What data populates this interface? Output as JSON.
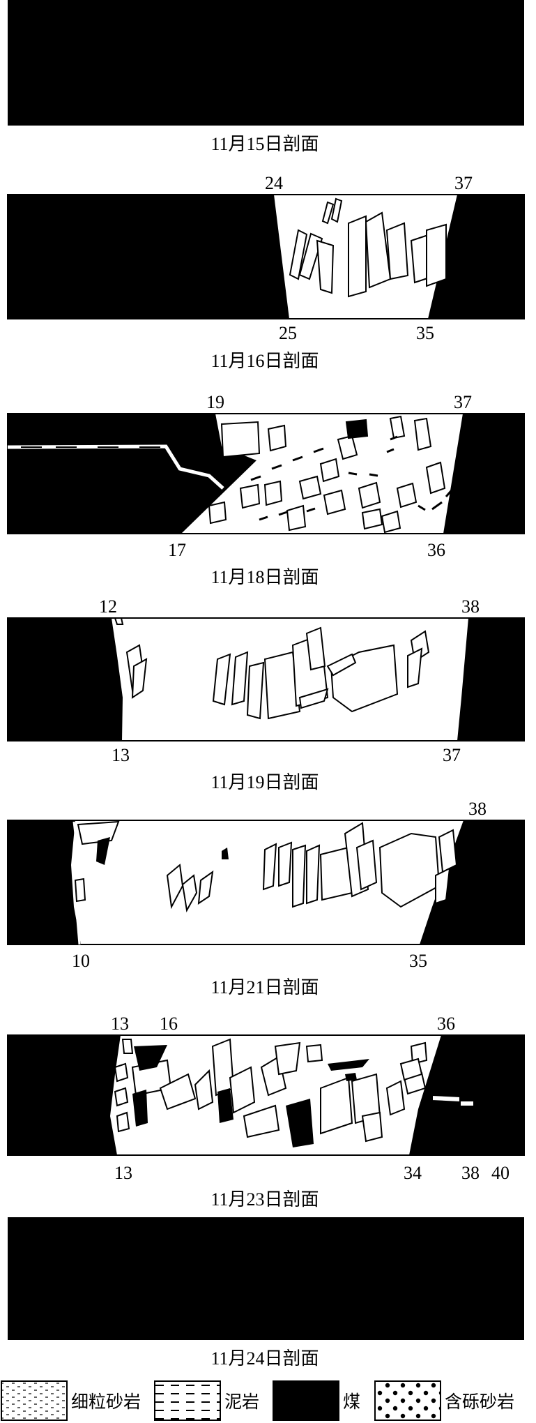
{
  "sections": [
    {
      "caption": "11月15日剖面",
      "labels_top": [],
      "labels_bottom": []
    },
    {
      "caption": "11月16日剖面",
      "labels_top": [
        "24",
        "37"
      ],
      "labels_bottom": [
        "25",
        "35"
      ]
    },
    {
      "caption": "11月18日剖面",
      "labels_top": [
        "19",
        "37"
      ],
      "labels_bottom": [
        "17",
        "36"
      ]
    },
    {
      "caption": "11月19日剖面",
      "labels_top": [
        "12",
        "38"
      ],
      "labels_bottom": [
        "13",
        "37"
      ]
    },
    {
      "caption": "11月21日剖面",
      "labels_top": [
        "38"
      ],
      "labels_bottom": [
        "10",
        "35"
      ]
    },
    {
      "caption": "11月23日剖面",
      "labels_top": [
        "13",
        "16",
        "36"
      ],
      "labels_bottom": [
        "13",
        "34",
        "38",
        "40"
      ]
    },
    {
      "caption": "11月24日剖面",
      "labels_top": [],
      "labels_bottom": []
    }
  ],
  "legend": [
    {
      "pattern": "fine-sandstone",
      "label": "细粒砂岩"
    },
    {
      "pattern": "mudstone",
      "label": "泥岩"
    },
    {
      "pattern": "coal",
      "label": "煤"
    },
    {
      "pattern": "pebbly-sandstone",
      "label": "含砾砂岩"
    }
  ]
}
